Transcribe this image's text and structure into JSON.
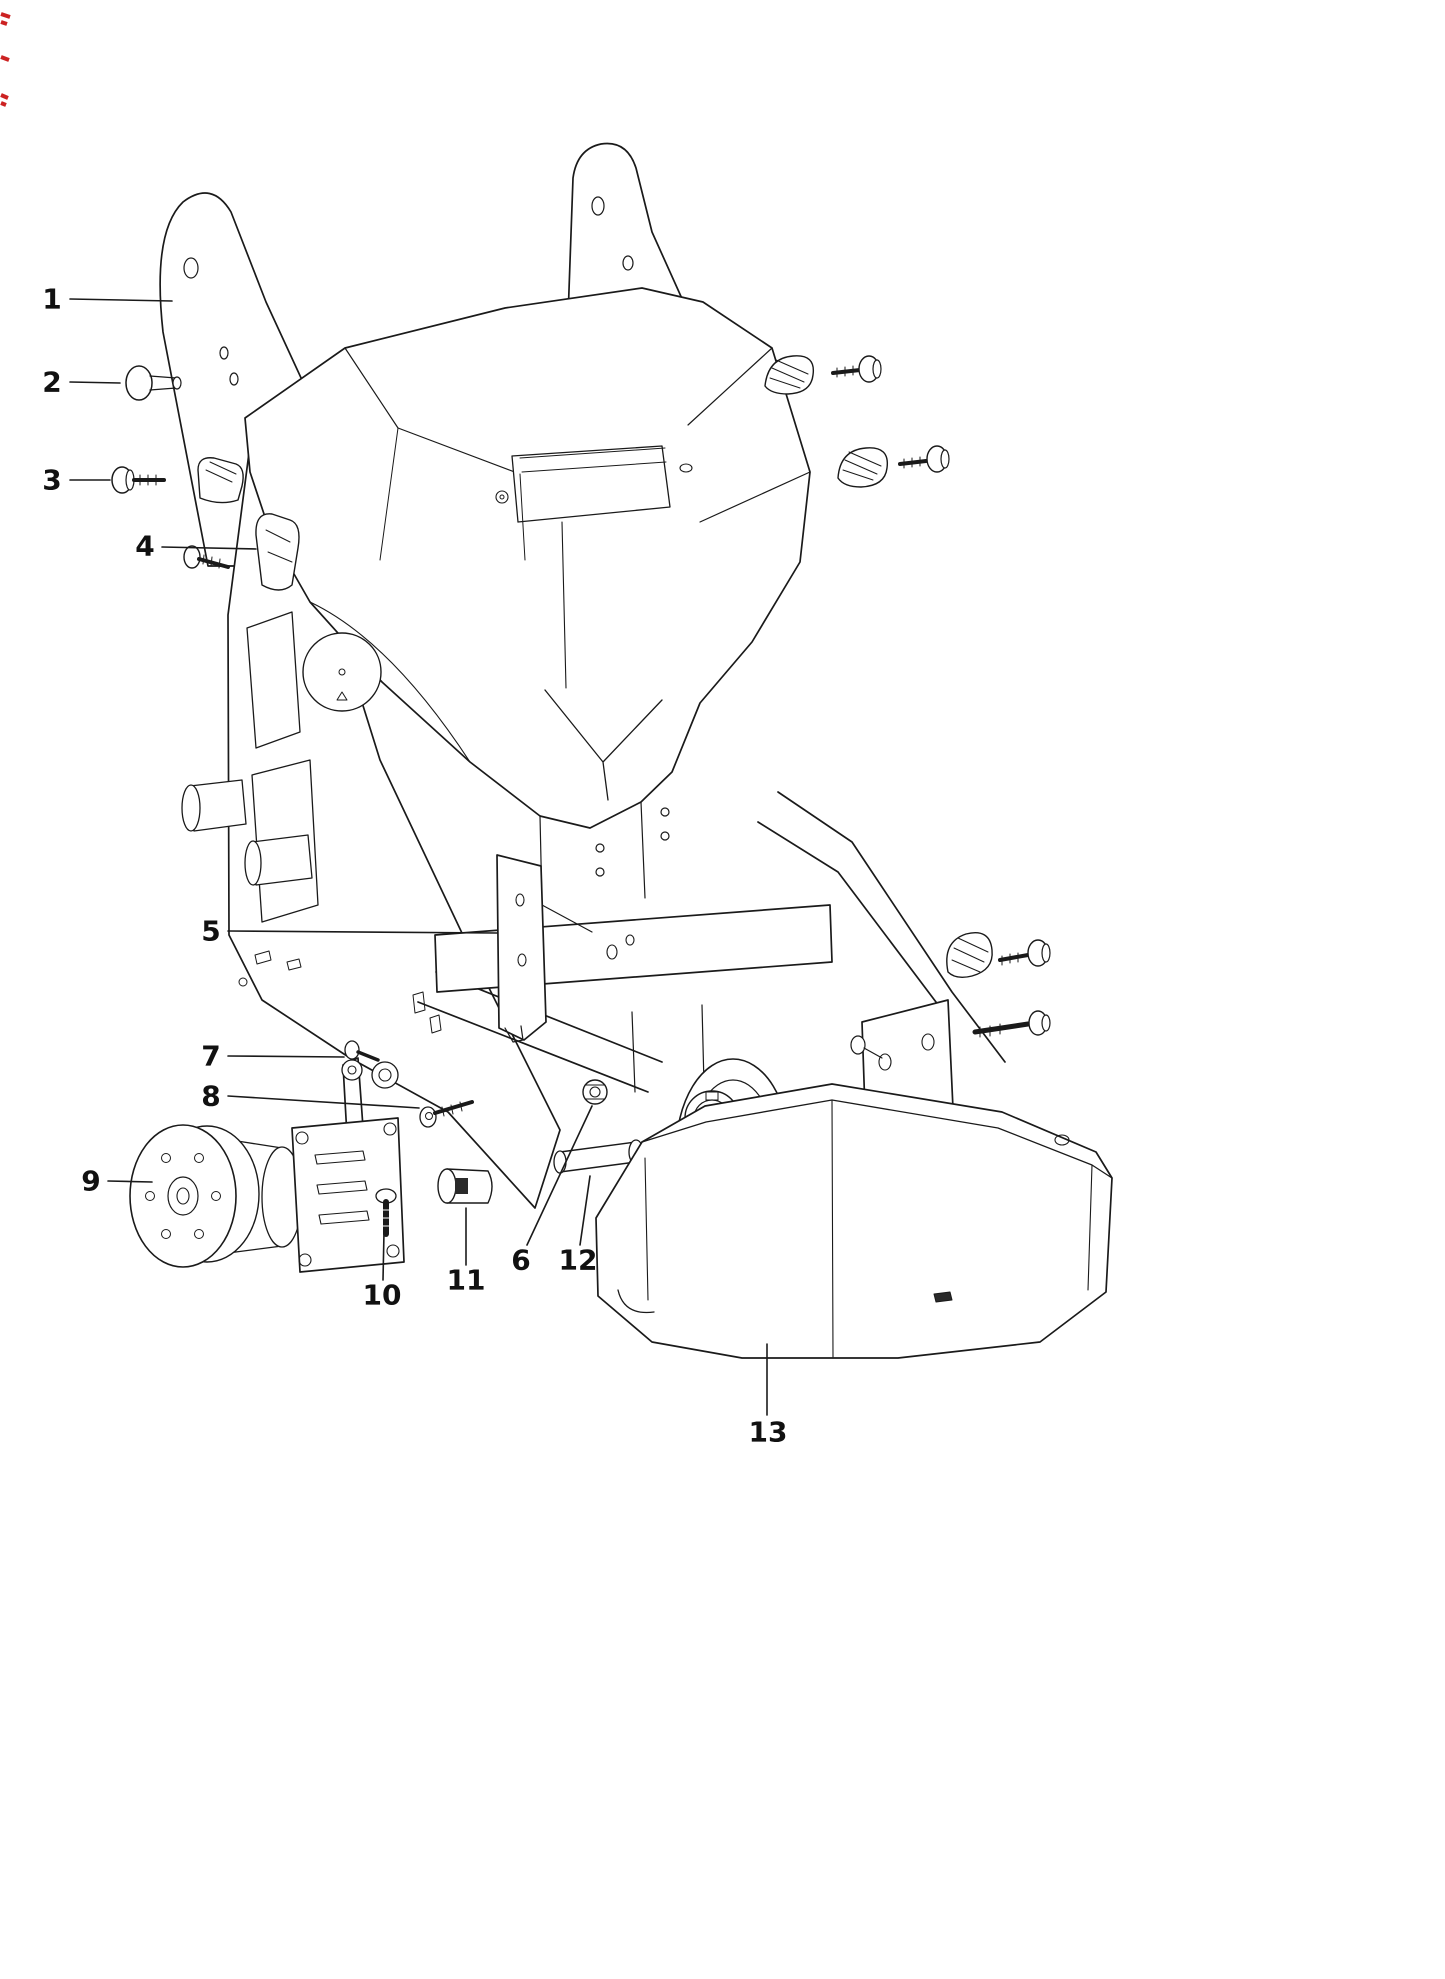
{
  "diagram": {
    "type": "exploded-parts-diagram",
    "colors": {
      "line": "#1a1a1a",
      "background": "#ffffff",
      "artifact_red": "#cc2222"
    },
    "callouts": [
      {
        "number": "1"
      },
      {
        "number": "2"
      },
      {
        "number": "3"
      },
      {
        "number": "4"
      },
      {
        "number": "5"
      },
      {
        "number": "6"
      },
      {
        "number": "7"
      },
      {
        "number": "8"
      },
      {
        "number": "9"
      },
      {
        "number": "10"
      },
      {
        "number": "11"
      },
      {
        "number": "12"
      },
      {
        "number": "13"
      }
    ]
  }
}
